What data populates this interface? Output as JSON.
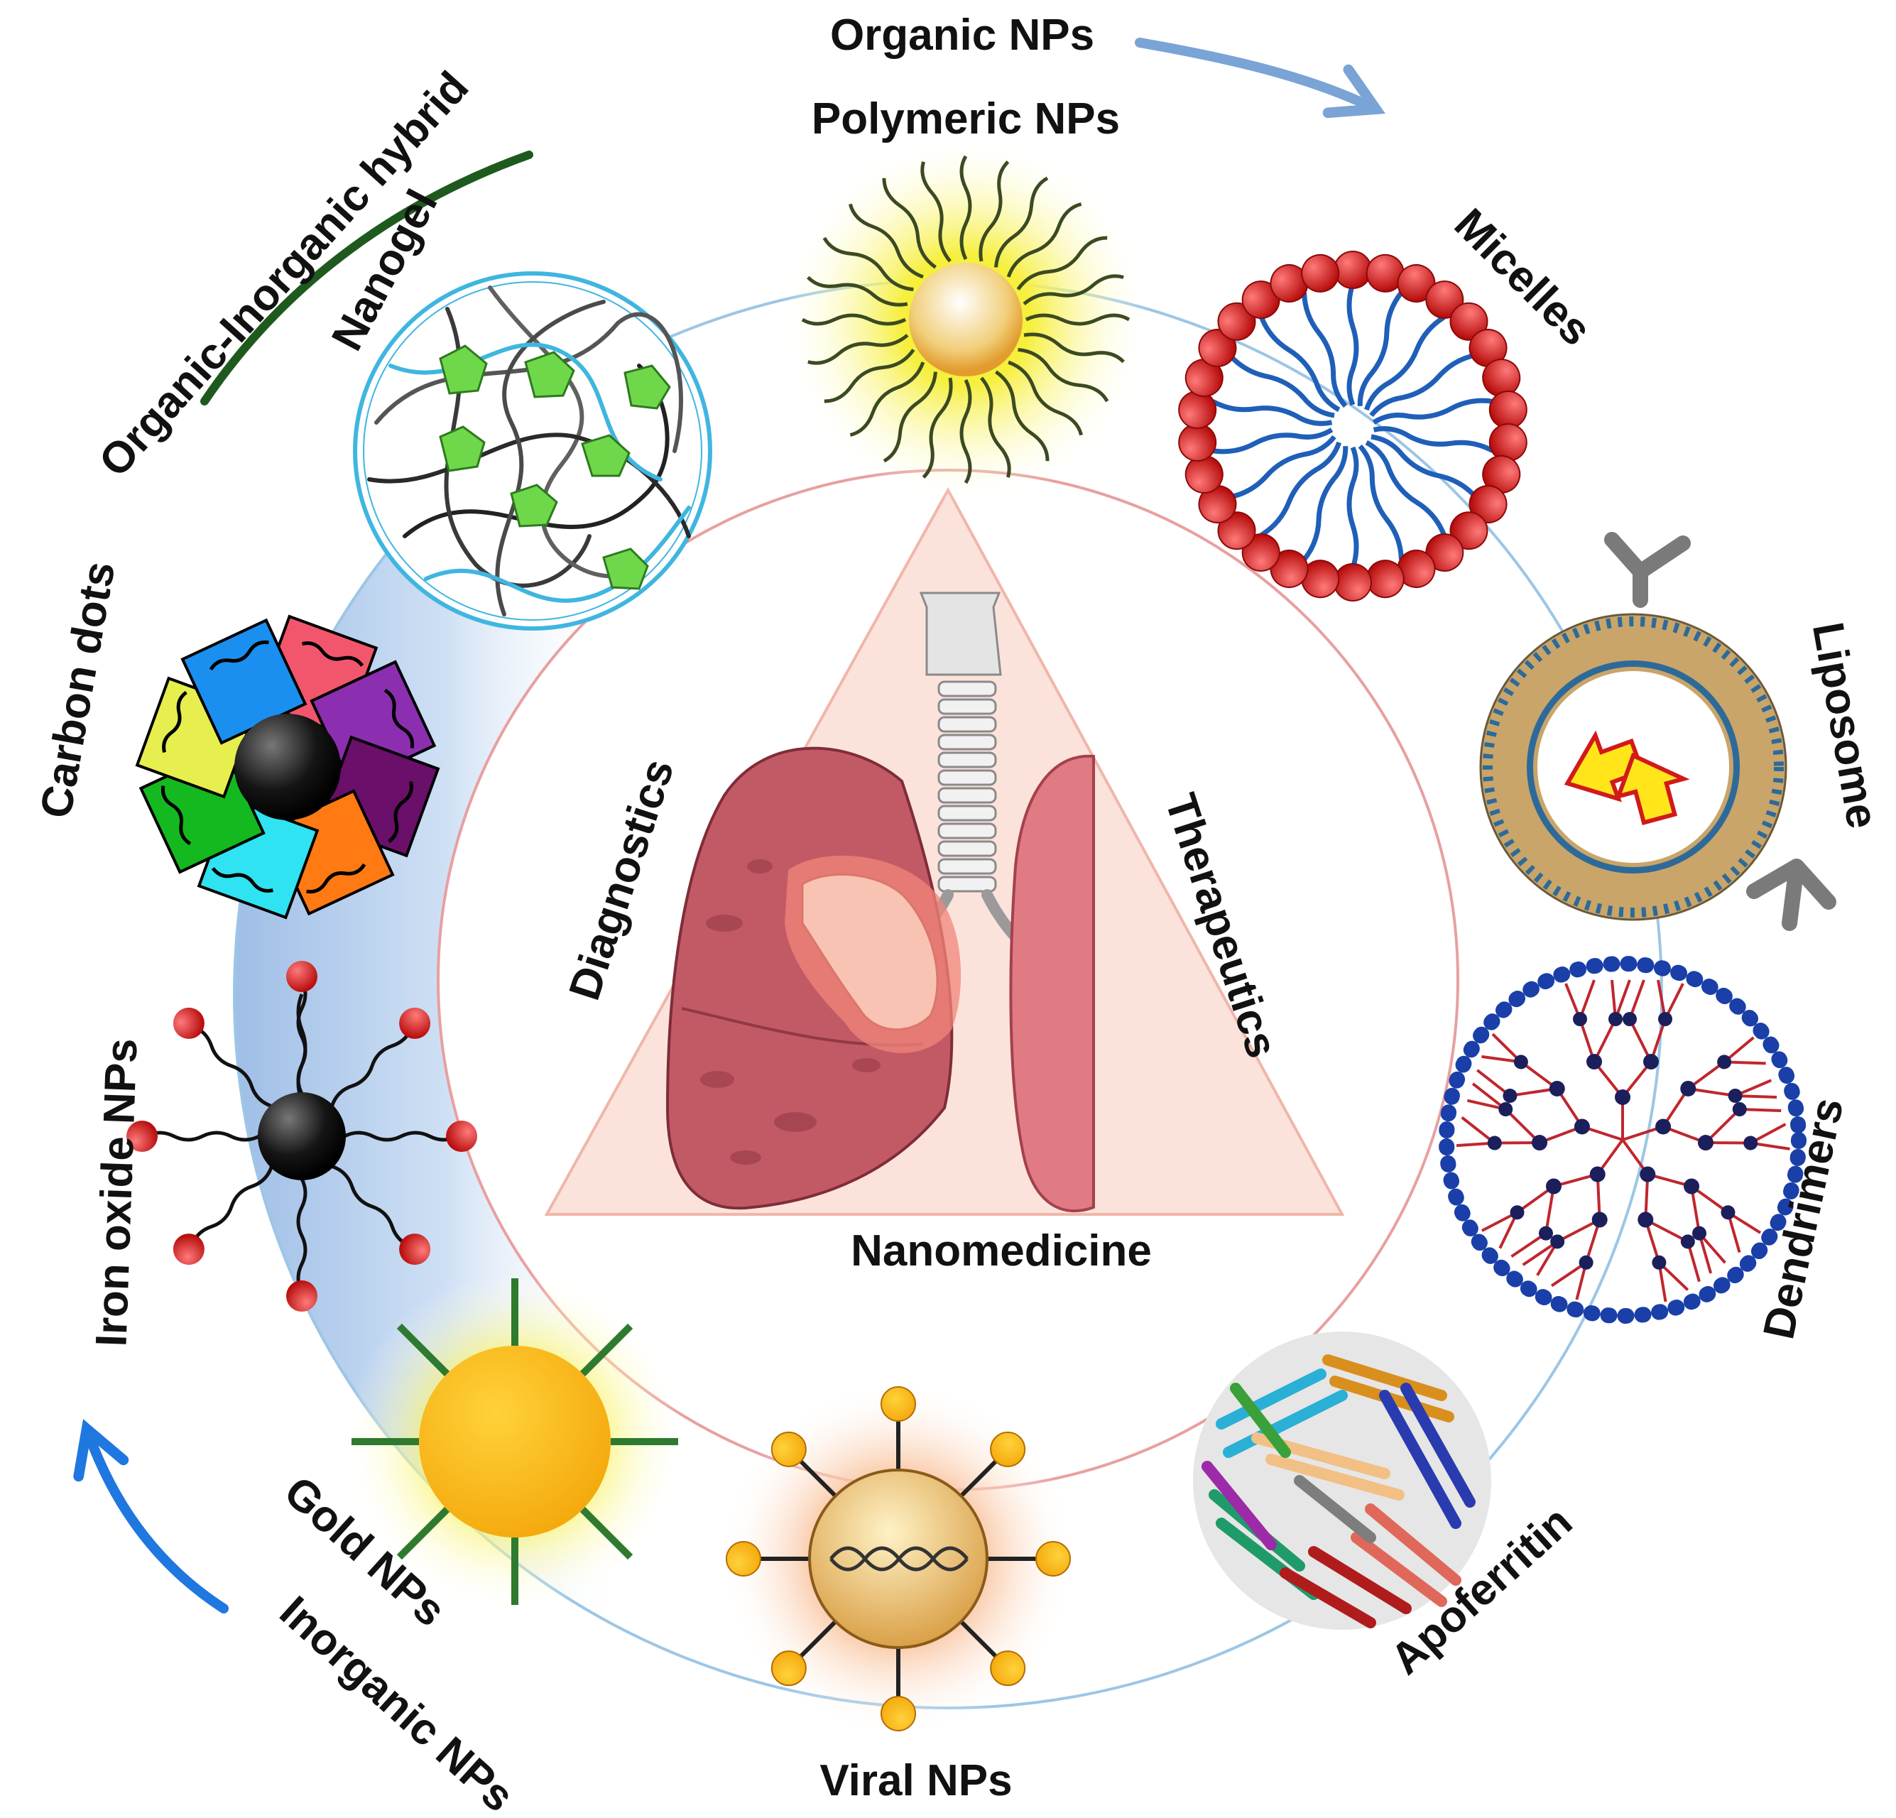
{
  "header": {
    "organic_group": "Organic NPs",
    "inorganic_group": "Inorganic NPs",
    "hybrid_group": "Organic-Inorganic hybrid"
  },
  "center": {
    "title": "Nanomedicine",
    "left_side": "Diagnostics",
    "right_side": "Therapeutics"
  },
  "nanoparticles": {
    "polymeric": "Polymeric NPs",
    "micelles": "Micelles",
    "liposome": "Liposome",
    "dendrimers": "Dendrimers",
    "apoferritin": "Apoferritin",
    "viral": "Viral NPs",
    "gold": "Gold NPs",
    "iron_oxide": "Iron oxide NPs",
    "carbon_dots": "Carbon dots",
    "nanogel": "Nanogel"
  },
  "colors": {
    "organic_arrow": "#7aa3d6",
    "inorganic_arrow": "#1f77e0",
    "hybrid_arc": "#1e5a1e",
    "outer_ring": "#9cc6e6",
    "inner_ring": "#e8a0a0",
    "lung": "#c25a66",
    "tumor": "#f2a493"
  },
  "icons": {
    "polymeric": "polymeric-np-icon",
    "micelles": "micelle-icon",
    "liposome": "liposome-icon",
    "dendrimers": "dendrimer-icon",
    "apoferritin": "apoferritin-icon",
    "viral": "viral-np-icon",
    "gold": "gold-np-icon",
    "iron_oxide": "iron-oxide-np-icon",
    "carbon_dots": "carbon-dot-icon",
    "nanogel": "nanogel-icon",
    "lungs": "lungs-icon"
  }
}
